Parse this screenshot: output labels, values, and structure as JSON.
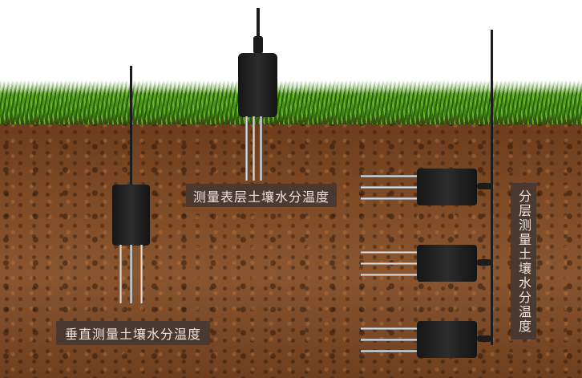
{
  "labels": {
    "surface": "测量表层土壤水分温度",
    "vertical": "垂直测量土壤水分温度",
    "layered": "分层测量土壤水分温度"
  },
  "colors": {
    "label_bg": "#463832",
    "soil": "#7d4a25",
    "grass": "#4a9a18"
  }
}
